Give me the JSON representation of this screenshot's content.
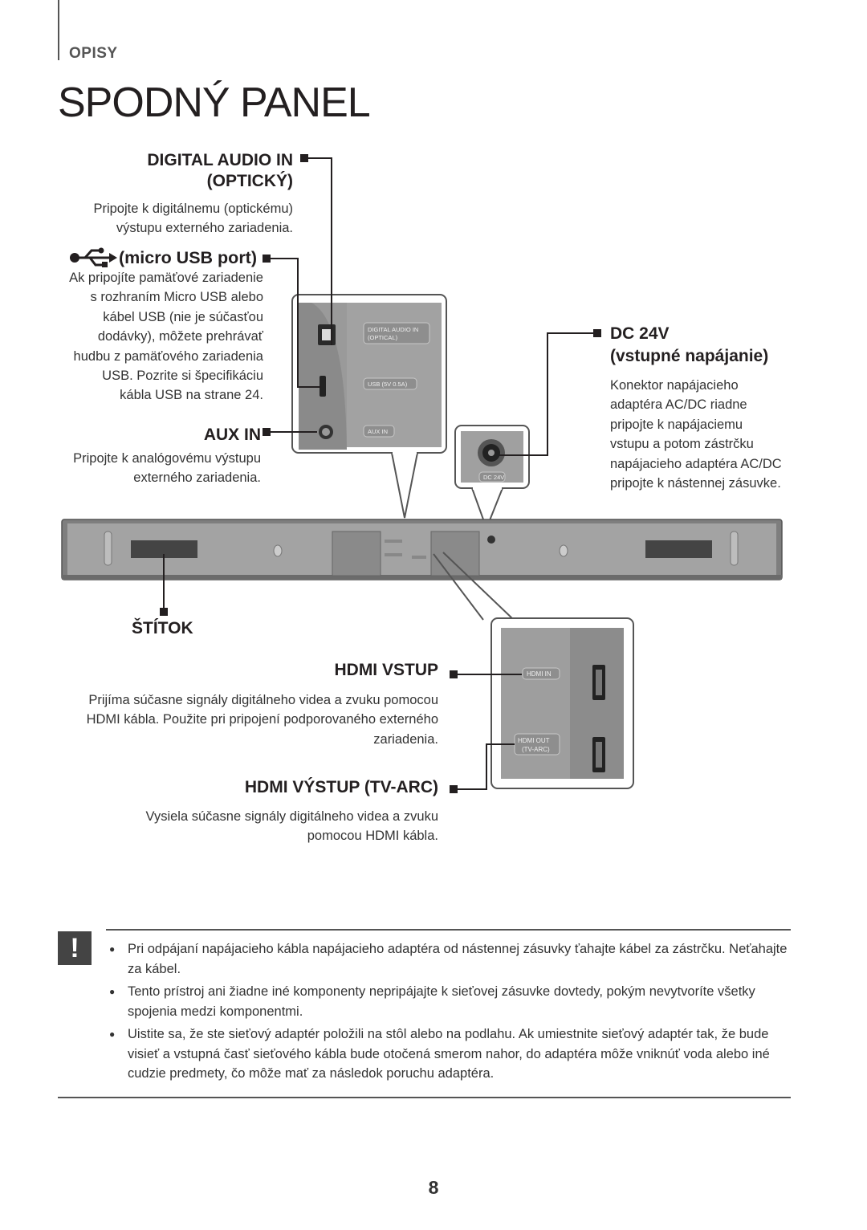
{
  "header": {
    "section": "OPISY",
    "title": "SPODNÝ PANEL"
  },
  "digital_audio": {
    "title_line1": "DIGITAL AUDIO IN",
    "title_line2": "(OPTICKÝ)",
    "desc_lines": [
      "Pripojte k digitálnemu (optickému)",
      "výstupu externého zariadenia."
    ]
  },
  "usb": {
    "title": "(micro USB port)",
    "icon": "usb-icon",
    "desc_lines": [
      "Ak pripojíte pamäťové zariadenie",
      "s rozhraním Micro USB alebo",
      "kábel USB (nie je súčasťou",
      "dodávky), môžete prehrávať",
      "hudbu z pamäťového zariadenia",
      "USB. Pozrite si špecifikáciu",
      "kábla USB na strane 24."
    ]
  },
  "aux": {
    "title": "AUX IN",
    "desc_lines": [
      "Pripojte k analógovému výstupu",
      "externého zariadenia."
    ]
  },
  "dc": {
    "title_line1": "DC 24V",
    "title_line2": "(vstupné napájanie)",
    "desc_lines": [
      "Konektor napájacieho",
      "adaptéra AC/DC riadne",
      "pripojte k napájaciemu",
      "vstupu a potom zástrčku",
      "napájacieho adaptéra AC/DC",
      "pripojte k nástennej zásuvke."
    ]
  },
  "stitok": {
    "title": "ŠTÍTOK"
  },
  "hdmi_in": {
    "title": "HDMI VSTUP",
    "desc_lines": [
      "Prijíma súčasne signály digitálneho videa a zvuku pomocou",
      "HDMI kábla. Použite pri pripojení podporovaného externého",
      "zariadenia."
    ]
  },
  "hdmi_out": {
    "title": "HDMI VÝSTUP (TV-ARC)",
    "desc_lines": [
      "Vysiela súčasne signály digitálneho videa a zvuku",
      "pomocou HDMI kábla."
    ]
  },
  "panel_labels": {
    "digital_line1": "DIGITAL AUDIO IN",
    "digital_line2": "(OPTICAL)",
    "usb": "USB (5V 0.5A)",
    "aux": "AUX IN",
    "dc": "DC 24V",
    "hdmi_in": "HDMI IN",
    "hdmi_out_line1": "HDMI OUT",
    "hdmi_out_line2": "(TV-ARC)"
  },
  "notes": {
    "icon": "warning-icon",
    "symbol": "!",
    "items": [
      "Pri odpájaní napájacieho kábla napájacieho adaptéra od nástennej zásuvky ťahajte kábel za zástrčku. Neťahajte za kábel.",
      "Tento prístroj ani žiadne iné komponenty nepripájajte k sieťovej zásuvke dovtedy, pokým nevytvoríte všetky spojenia medzi komponentmi.",
      "Uistite sa, že ste sieťový adaptér položili na stôl alebo na podlahu. Ak umiestnite sieťový adaptér tak, že bude visieť a vstupná časť sieťového kábla bude otočená smerom nahor, do adaptéra môže vniknúť voda alebo iné cudzie predmety, čo môže mať za následok poruchu adaptéra."
    ]
  },
  "page_number": "8"
}
